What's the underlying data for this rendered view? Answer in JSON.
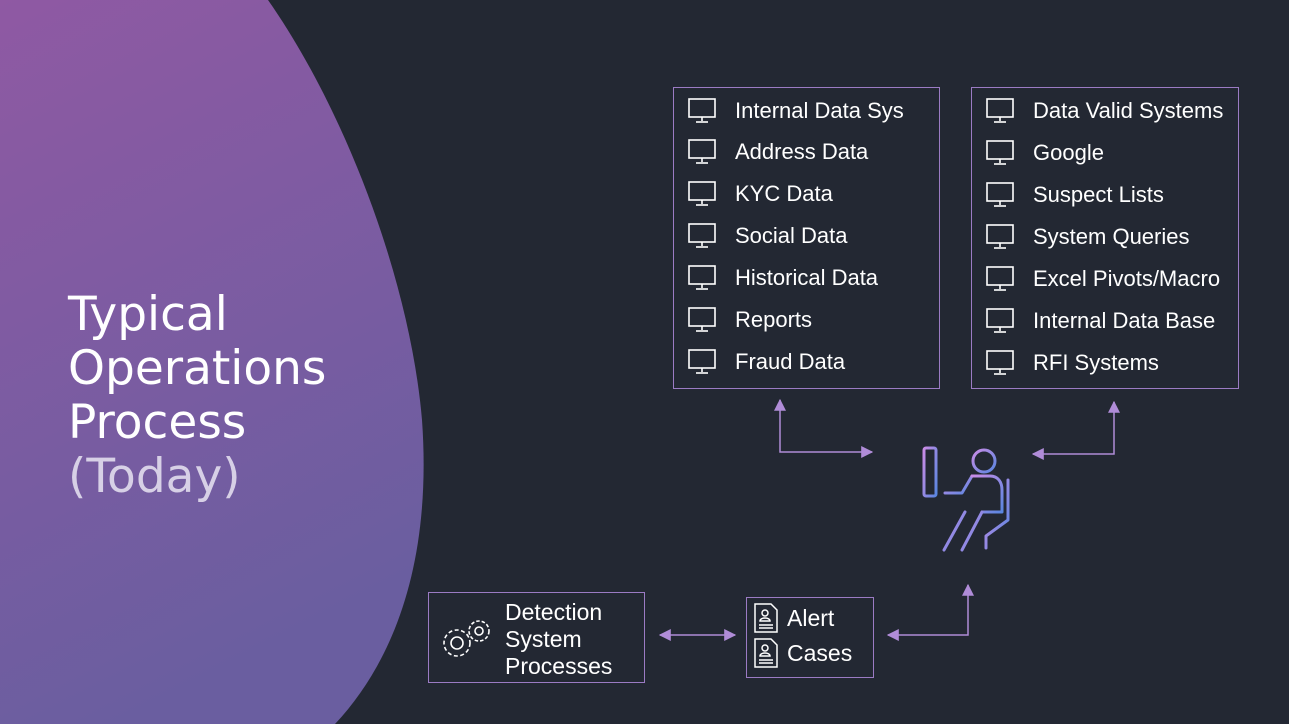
{
  "title": {
    "line1": "Typical",
    "line2": "Operations",
    "line3": "Process",
    "line4": "(Today)"
  },
  "data_sources_left": [
    {
      "label": "Internal Data Sys",
      "icon": "monitor-icon"
    },
    {
      "label": "Address Data",
      "icon": "monitor-icon"
    },
    {
      "label": "KYC Data",
      "icon": "monitor-icon"
    },
    {
      "label": "Social Data",
      "icon": "monitor-icon"
    },
    {
      "label": "Historical Data",
      "icon": "monitor-icon"
    },
    {
      "label": "Reports",
      "icon": "monitor-icon"
    },
    {
      "label": "Fraud Data",
      "icon": "monitor-icon"
    }
  ],
  "data_sources_right": [
    {
      "label": "Data Valid Systems",
      "icon": "monitor-icon"
    },
    {
      "label": "Google",
      "icon": "monitor-icon"
    },
    {
      "label": "Suspect Lists",
      "icon": "monitor-icon"
    },
    {
      "label": "System Queries",
      "icon": "monitor-icon"
    },
    {
      "label": "Excel Pivots/Macro",
      "icon": "monitor-icon"
    },
    {
      "label": "Internal Data Base",
      "icon": "monitor-icon"
    },
    {
      "label": "RFI Systems",
      "icon": "monitor-icon"
    }
  ],
  "detection": {
    "line1": "Detection",
    "line2": "System",
    "line3": "Processes",
    "icon": "gears-icon"
  },
  "alerts": {
    "alert": "Alert",
    "cases": "Cases",
    "icon": "document-user-icon"
  },
  "operator": {
    "icon": "person-at-computer-icon"
  },
  "colors": {
    "background": "#232833",
    "blob_top": "#8f59a3",
    "blob_bottom": "#6a5ea0",
    "box_border": "#9b7bc4",
    "arrow": "#b08cd8",
    "operator_gradient_start": "#c98ce6",
    "operator_gradient_end": "#5a86e0"
  }
}
